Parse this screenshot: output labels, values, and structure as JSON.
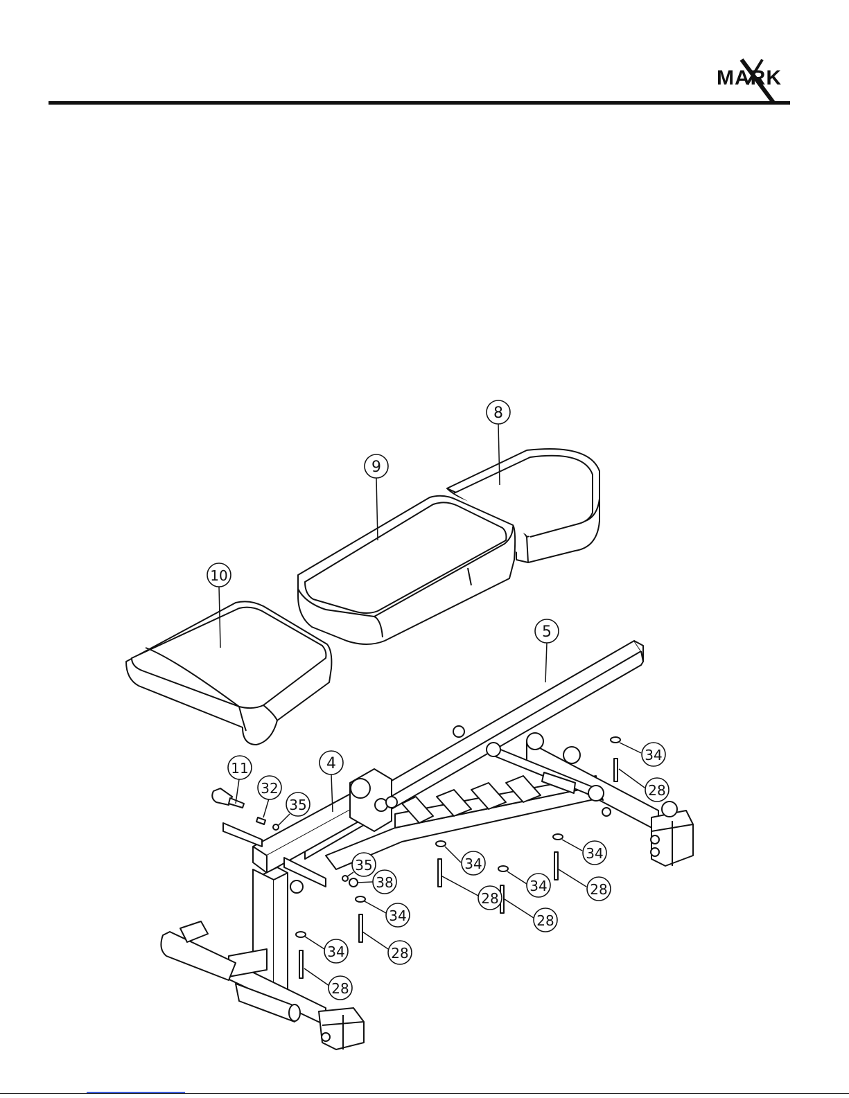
{
  "brand": {
    "logo_text": "MARK",
    "logo_mark": "X"
  },
  "callouts": [
    {
      "label": "8"
    },
    {
      "label": "9"
    },
    {
      "label": "10"
    },
    {
      "label": "5"
    },
    {
      "label": "4"
    },
    {
      "label": "11"
    },
    {
      "label": "32"
    },
    {
      "label": "35"
    },
    {
      "label": "35"
    },
    {
      "label": "38"
    },
    {
      "label": "34"
    },
    {
      "label": "28"
    },
    {
      "label": "34"
    },
    {
      "label": "34"
    },
    {
      "label": "28"
    },
    {
      "label": "34"
    },
    {
      "label": "28"
    },
    {
      "label": "28"
    },
    {
      "label": "34"
    },
    {
      "label": "28"
    },
    {
      "label": "34"
    },
    {
      "label": "28"
    }
  ],
  "colors": {
    "ink": "#111111",
    "paper": "#ffffff",
    "link": "#3a5bd9"
  }
}
